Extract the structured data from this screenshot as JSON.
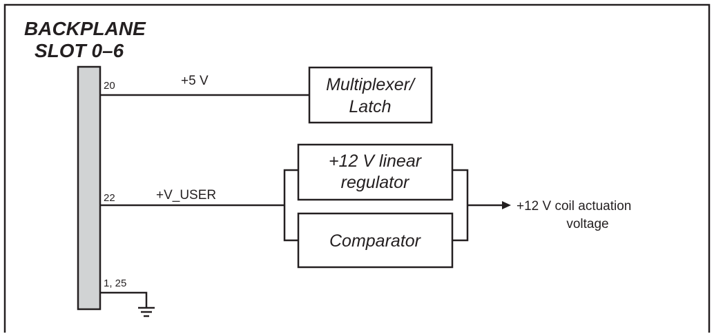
{
  "diagram": {
    "title_line1": "BACKPLANE",
    "title_line2": "SLOT 0–6",
    "pins": {
      "pin20": "20",
      "pin22": "22",
      "pin_gnd": "1, 25"
    },
    "nets": {
      "plus5": "+5 V",
      "vuser": "+V_USER"
    },
    "blocks": {
      "mux_line1": "Multiplexer/",
      "mux_line2": "Latch",
      "reg_line1": "+12 V linear",
      "reg_line2": "regulator",
      "comparator": "Comparator"
    },
    "output": {
      "line1": "+12 V coil actuation",
      "line2": "voltage"
    },
    "colors": {
      "ink": "#231f20",
      "connector_fill": "#d1d3d4",
      "background": "#ffffff"
    }
  }
}
